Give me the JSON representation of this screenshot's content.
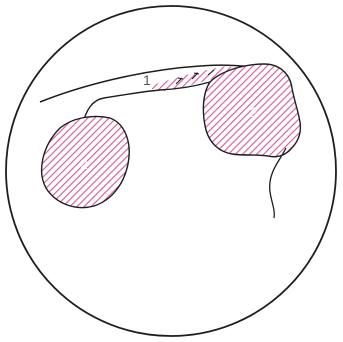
{
  "colors": {
    "outline": "#1e1e1e",
    "hatch": "#d6579a",
    "label": "#555555",
    "background": "#ffffff"
  },
  "labels": {
    "region_1": "1",
    "region_2_left": "2",
    "region_2_right": "2"
  }
}
